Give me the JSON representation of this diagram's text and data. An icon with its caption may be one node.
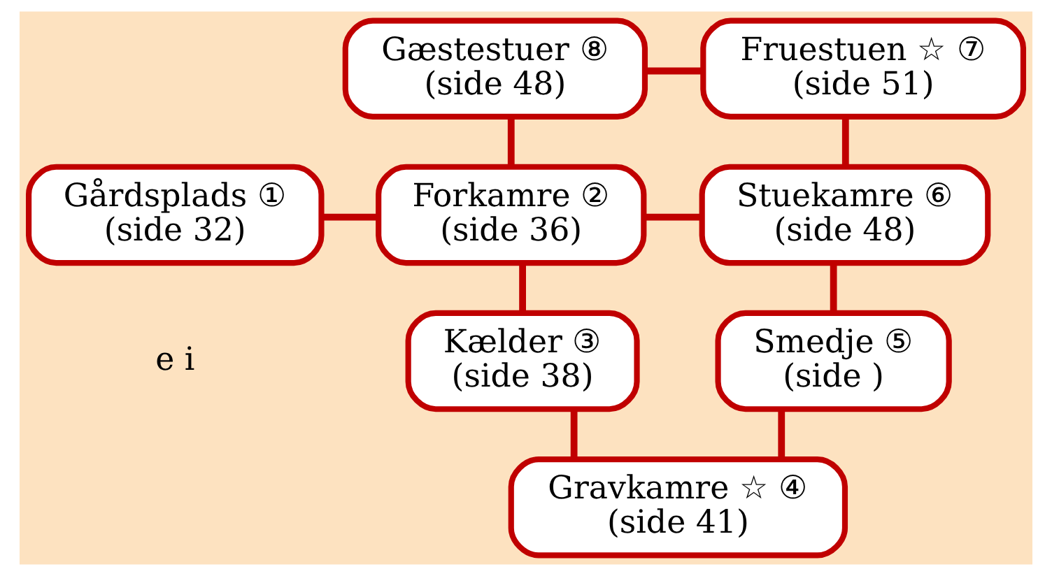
{
  "diagram": {
    "nodes": [
      {
        "text": [
          "Gæstestuer ⑧",
          "(side 48)"
        ]
      },
      {
        "text": [
          "Fruestuen ☆ ⑦",
          "(side 51)"
        ]
      },
      {
        "text": [
          "Gårdsplads ①",
          "(side 32)"
        ]
      },
      {
        "text": [
          "Forkamre ②",
          "(side 36)"
        ]
      },
      {
        "text": [
          "Stuekamre ⑥",
          "(side 48)"
        ]
      },
      {
        "text": [
          "Kælder ③",
          "(side 38)"
        ]
      },
      {
        "text": [
          "Smedje ⑤",
          "(side )"
        ]
      },
      {
        "text": [
          "Gravkamre ☆ ④",
          "(side 41)"
        ]
      }
    ],
    "edges": [
      {
        "from": 0,
        "to": 1,
        "arrow": "none"
      },
      {
        "from": 0,
        "to": 3,
        "arrow": "none"
      },
      {
        "from": 1,
        "to": 4,
        "arrow": "none"
      },
      {
        "from": 2,
        "to": 3,
        "arrow": "none"
      },
      {
        "from": 3,
        "to": 4,
        "arrow": "none"
      },
      {
        "from": 3,
        "to": 5,
        "arrow": "none"
      },
      {
        "from": 4,
        "to": 6,
        "arrow": "none"
      },
      {
        "from": 5,
        "to": 7,
        "arrow": "none"
      },
      {
        "from": 6,
        "to": 7,
        "arrow": "none"
      }
    ],
    "labels": [
      "e i"
    ]
  }
}
